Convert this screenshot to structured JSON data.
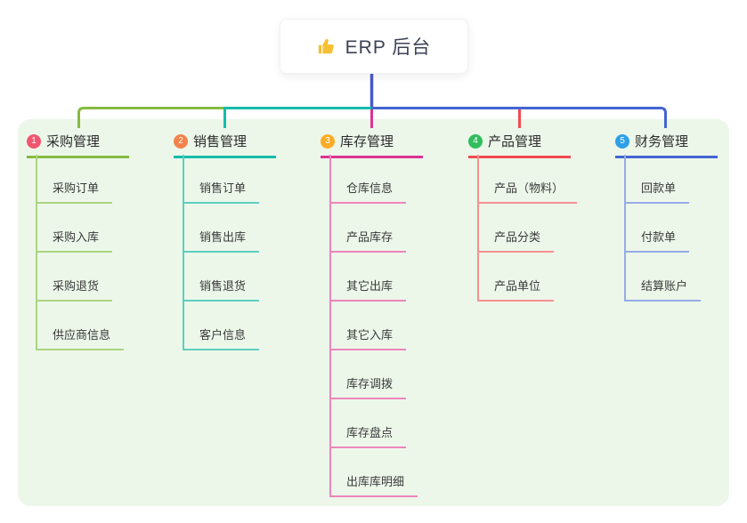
{
  "root": {
    "label": "ERP 后台",
    "icon": "thumbs-up-icon",
    "icon_color": "#f6c033",
    "line_color": "#4a58cd"
  },
  "panel_bg": "#ecf7ea",
  "branches": [
    {
      "index": "1",
      "label": "采购管理",
      "badge_color": "#f2566f",
      "line_color": "#84bb40",
      "child_line_color": "#abd47f",
      "children": [
        "采购订单",
        "采购入库",
        "采购退货",
        "供应商信息"
      ]
    },
    {
      "index": "2",
      "label": "销售管理",
      "badge_color": "#f4824a",
      "line_color": "#14bca9",
      "child_line_color": "#5ccfc0",
      "children": [
        "销售订单",
        "销售出库",
        "销售退货",
        "客户信息"
      ]
    },
    {
      "index": "3",
      "label": "库存管理",
      "badge_color": "#fbad27",
      "line_color": "#dd3392",
      "child_line_color": "#ee85bb",
      "children": [
        "仓库信息",
        "产品库存",
        "其它出库",
        "其它入库",
        "库存调拨",
        "库存盘点",
        "出库库明细"
      ]
    },
    {
      "index": "4",
      "label": "产品管理",
      "badge_color": "#30be5d",
      "line_color": "#f24a50",
      "child_line_color": "#f6918f",
      "children": [
        "产品（物料）",
        "产品分类",
        "产品单位"
      ]
    },
    {
      "index": "5",
      "label": "财务管理",
      "badge_color": "#2f9fe7",
      "line_color": "#4464d2",
      "child_line_color": "#96abe7",
      "children": [
        "回款单",
        "付款单",
        "结算账户"
      ]
    }
  ]
}
